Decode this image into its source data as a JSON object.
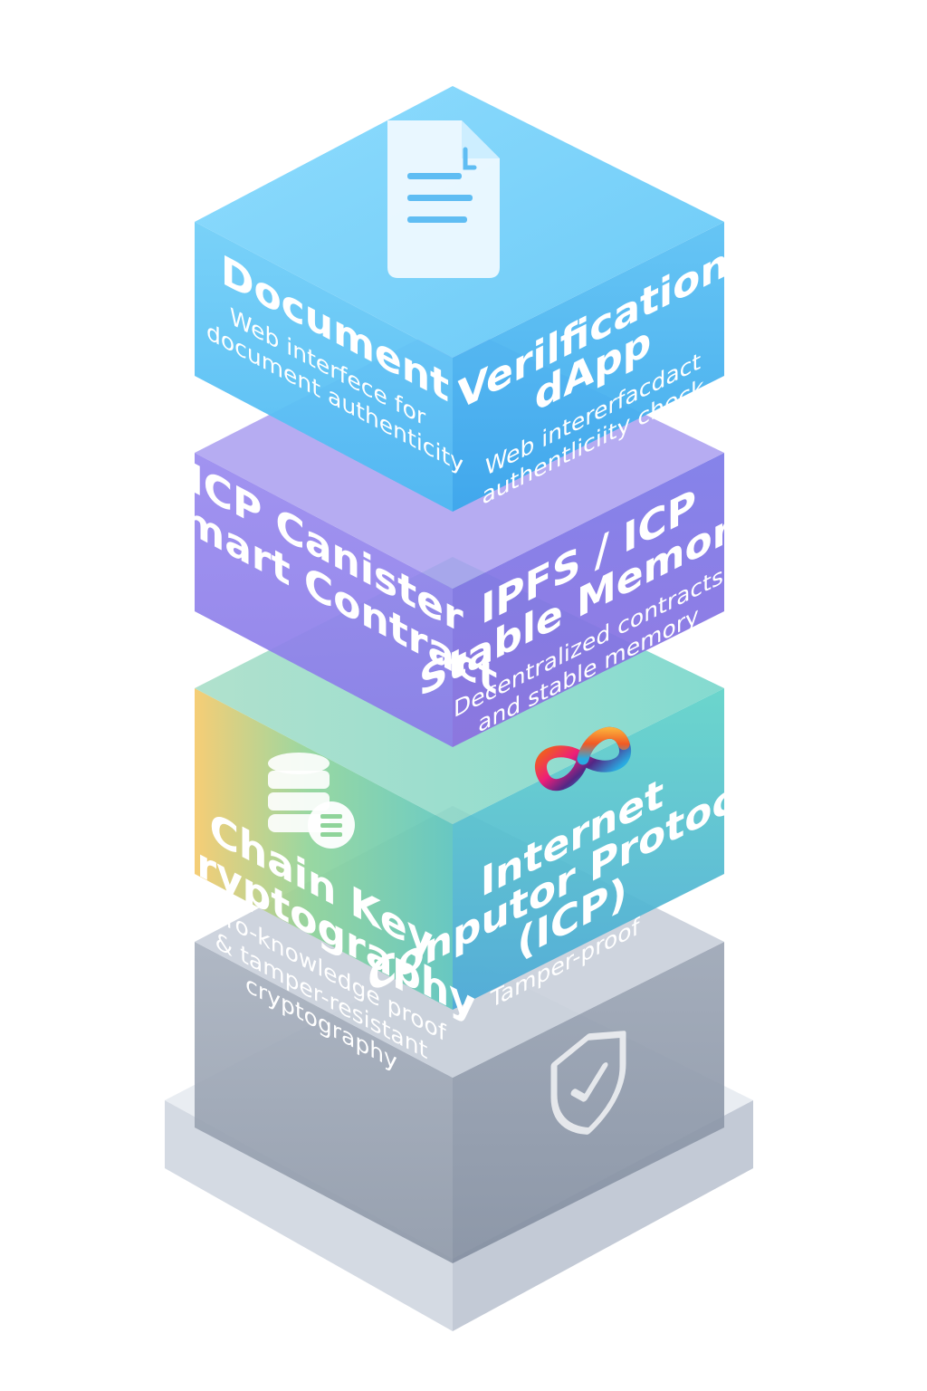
{
  "layers": [
    {
      "id": "dapp",
      "left_title": [
        "Document"
      ],
      "left_desc": [
        "Web interfece for",
        "document authenticity"
      ],
      "right_title": [
        "Verilfication",
        "dApp"
      ],
      "right_desc": [
        "Web intererfacdact",
        "authentliciity check"
      ],
      "icon": "document-icon",
      "colors": {
        "top": "#7dd3fb",
        "left": "#5cc3f5",
        "right": "#4bb4f0"
      }
    },
    {
      "id": "canister",
      "left_title": [
        "ICP Canister",
        "Smart Contract"
      ],
      "left_desc": [],
      "right_title": [
        "IPFS / ICP",
        "Stable Memory"
      ],
      "right_desc": [
        "Decentralized contracts",
        "and stable memory"
      ],
      "icon": "",
      "colors": {
        "top": "#9b90ee",
        "left": "#8d7ee8",
        "right": "#7f78e6"
      }
    },
    {
      "id": "icp",
      "left_title": [
        "Chain Key",
        "Cryptography"
      ],
      "left_desc": [
        "Zaro-knowledge proof",
        "& tamper-resistant",
        "cryptography"
      ],
      "right_title": [
        "Internet",
        "Conputor Protocol",
        "(ICP)"
      ],
      "right_desc": [
        "Tamper-proof"
      ],
      "icon": "database-icon",
      "logo": "icp-infinity-logo",
      "colors": {
        "top": "#7fd7c2",
        "left": "#f0c76a",
        "right": "#4fc3c9"
      }
    },
    {
      "id": "security",
      "left_title": [],
      "left_desc": [],
      "right_title": [],
      "right_desc": [],
      "icon": "shield-check-icon",
      "colors": {
        "top": "#c9d0db",
        "left": "#9aa4b3",
        "right": "#8d98a8"
      }
    }
  ],
  "base_colors": {
    "top": "#e6eaf0",
    "left": "#d3d9e2",
    "right": "#c5ccd7"
  }
}
